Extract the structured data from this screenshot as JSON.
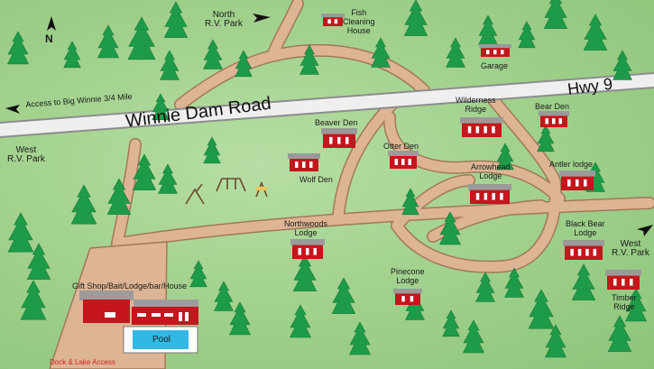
{
  "colors": {
    "grass": "#9fd18d",
    "road": "#d9b191",
    "road_edge": "#9a6f52",
    "highway": "#e6e6e6",
    "cabin": "#c4161c",
    "roof": "#9a9a9a",
    "tree": "#1f9a47",
    "pool": "#33b8e6",
    "accent_red": "#d0241f"
  },
  "compass": {
    "letter": "N",
    "icon": "north-arrow-icon"
  },
  "roads": {
    "main": "Winnie Dam Road",
    "highway": "Hwy 9",
    "access": "Access to Big Winnie 3/4 Mile"
  },
  "areas": {
    "north_rv": "North\nR.V. Park",
    "west_rv": "West\nR.V. Park",
    "east_rv": "West\nR.V. Park"
  },
  "buildings": {
    "fish_cleaning": "Fish\nCleaning\nHouse",
    "garage": "Garage",
    "wilderness_ridge": "Wilderness\nRidge",
    "bear_den": "Bear Den",
    "beaver_den": "Beaver Den",
    "otter_den": "Otter Den",
    "wolf_den": "Wolf Den",
    "arrowhead_lodge": "Arrowhead\nLodge",
    "antler_lodge": "Antler lodge",
    "northwoods_lodge": "Northwoods\nLodge",
    "black_bear_lodge": "Black Bear\nLodge",
    "pinecone_lodge": "Pinecone\nLodge",
    "timber_ridge": "Timber\nRidge",
    "gift_shop": "Gift Shop/Bait/Lodge/bar/House",
    "pool": "Pool"
  },
  "notes": {
    "dock": "Dock & Lake Access"
  }
}
